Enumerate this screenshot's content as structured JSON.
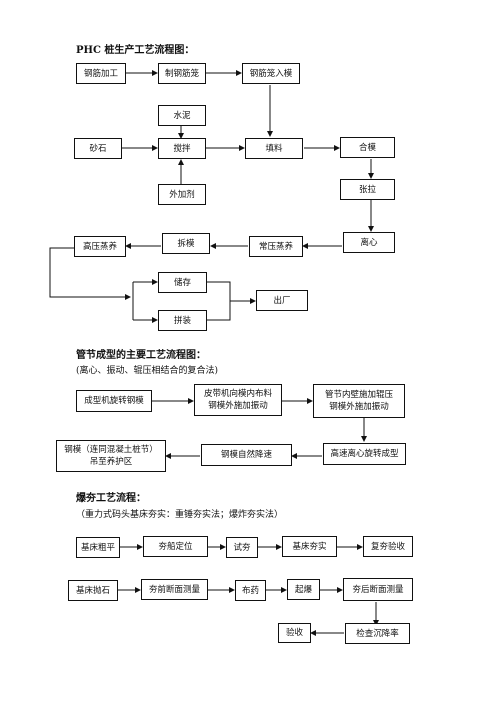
{
  "section1": {
    "title": "PHC 桩生产工艺流程图：",
    "boxes": {
      "rebar_processing": "钢筋加工",
      "cage_making": "制钢筋笼",
      "cage_into_mold": "钢筋笼入模",
      "cement": "水泥",
      "sand_stone": "砂石",
      "mixing": "搅拌",
      "filling": "填料",
      "mold_closing": "合模",
      "additive": "外加剂",
      "tensioning": "张拉",
      "high_pressure_curing": "高压蒸养",
      "demolding": "拆模",
      "normal_pressure_curing": "常压蒸养",
      "centrifuge": "离心",
      "storage": "储存",
      "splicing": "拼装",
      "leave_factory": "出厂"
    }
  },
  "section2": {
    "title": "管节成型的主要工艺流程图：",
    "subtitle": "(离心、振动、辊压相结合的复合法)",
    "boxes": {
      "mold_rotation": "成型机旋转钢模",
      "belt_feed_l1": "皮带机向模内布料",
      "belt_feed_l2": "钢模外施加振动",
      "roller_l1": "管节内壁施加辊压",
      "roller_l2": "钢模外施加振动",
      "lift_l1": "钢模（连同混凝土桩节）",
      "lift_l2": "吊至养护区",
      "slowdown": "钢模自然降速",
      "high_speed": "高速离心旋转成型"
    }
  },
  "section3": {
    "title": "爆夯工艺流程：",
    "subtitle": "（重力式码头基床夯实：重锤夯实法；爆炸夯实法）",
    "boxes": {
      "bed_rough_leveling": "基床粗平",
      "barge_positioning": "夯船定位",
      "trial_ramming": "试夯",
      "bed_ramming": "基床夯实",
      "recheck": "复夯验收",
      "bed_stone_throwing": "基床抛石",
      "pre_section_measure": "夯前断面测量",
      "charging": "布药",
      "detonation": "起爆",
      "post_section_measure": "夯后断面测量",
      "acceptance": "验收",
      "settlement_check": "检查沉降率"
    }
  }
}
